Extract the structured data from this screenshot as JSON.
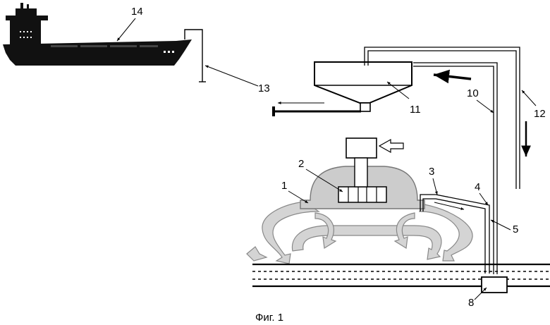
{
  "caption": "Фиг. 1",
  "labels": {
    "l1": "1",
    "l2": "2",
    "l3": "3",
    "l4": "4",
    "l5": "5",
    "l8": "8",
    "l10": "10",
    "l11": "11",
    "l12": "12",
    "l13": "13",
    "l14": "14"
  },
  "colors": {
    "ship": "#111111",
    "machine_fill": "#cccccc",
    "flow_fill": "#d3d3d3",
    "line": "#000000"
  }
}
